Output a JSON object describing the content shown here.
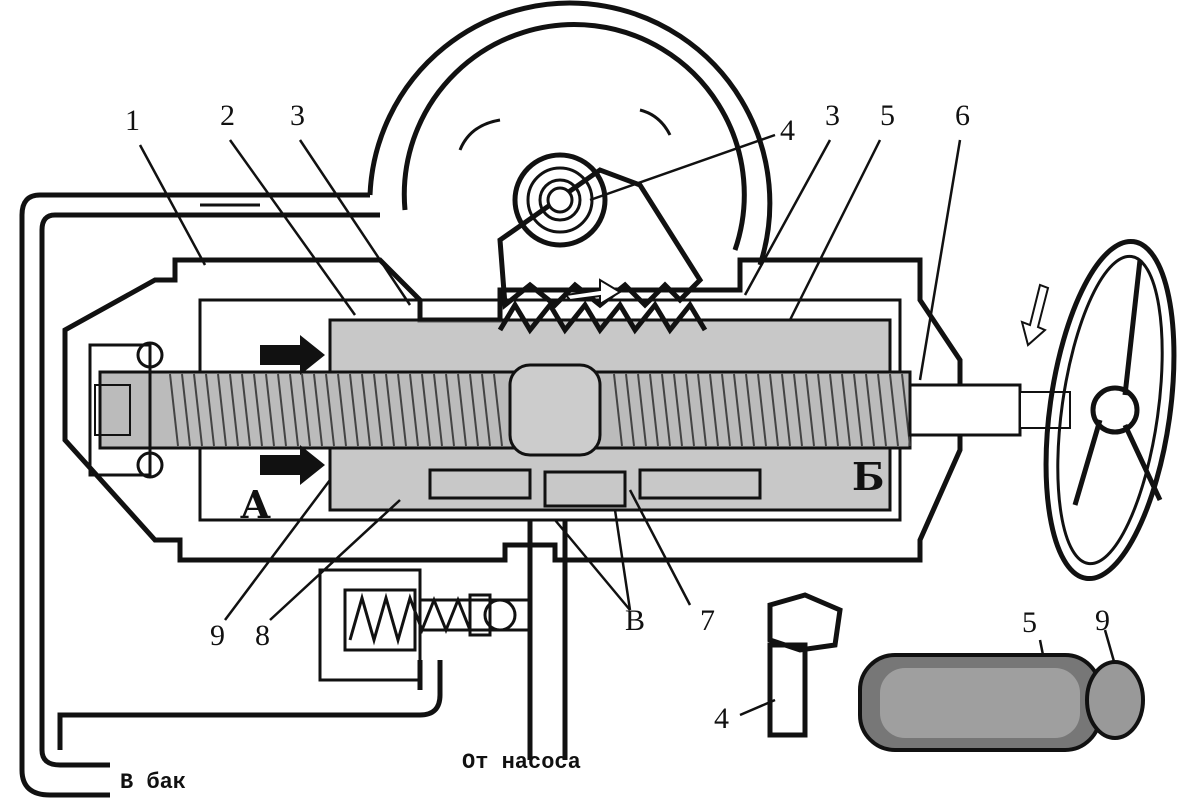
{
  "title": "Гидроусилитель рулевого управления (схема)",
  "callouts": {
    "c1": "1",
    "c2": "2",
    "c3a": "3",
    "c4a": "4",
    "c3b": "3",
    "c5a": "5",
    "c6": "6",
    "c9a": "9",
    "c8": "8",
    "cB": "В",
    "c7": "7",
    "c4b": "4",
    "c5b": "5",
    "c9b": "9"
  },
  "chambers": {
    "left": "А",
    "right": "Б"
  },
  "flow_labels": {
    "to_tank": "В бак",
    "from_pump": "От насоса"
  },
  "colors": {
    "ink": "#111111",
    "shade": "#9a9a9a",
    "background": "#ffffff"
  }
}
